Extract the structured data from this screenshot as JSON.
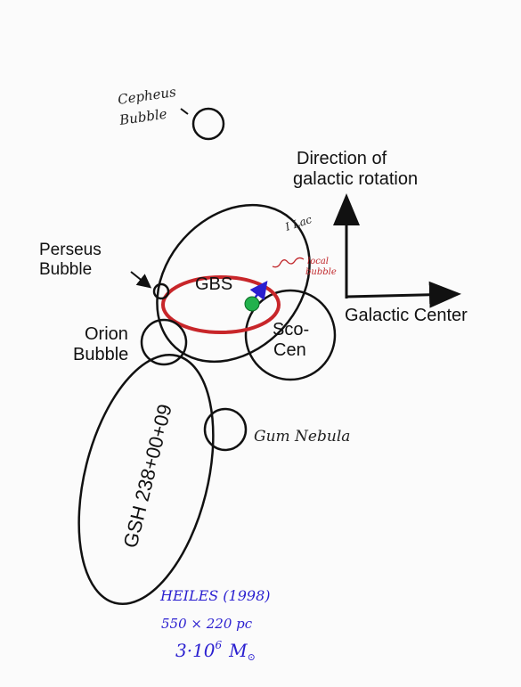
{
  "labels": {
    "cepheus_line1": "Cepheus",
    "cepheus_line2": "Bubble",
    "direction_line1": "Direction of",
    "direction_line2": "galactic rotation",
    "i_lac": "I Lac",
    "local_line1": "local",
    "local_line2": "bubble",
    "perseus_line1": "Perseus",
    "perseus_line2": "Bubble",
    "gbs": "GBS",
    "galactic_center": "Galactic Center",
    "orion_line1": "Orion",
    "orion_line2": "Bubble",
    "scocen_line1": "Sco-",
    "scocen_line2": "Cen",
    "gsh": "GSH 238+00+09",
    "gum": "Gum Nebula"
  },
  "notes": {
    "heiles": "HEILES (1998)",
    "size": "550 × 220 pc",
    "mass_base": "3·10",
    "mass_exp": "6",
    "mass_unit": "M",
    "mass_sun": "⊙"
  },
  "colors": {
    "ink": "#111111",
    "gbs_ring": "#c8262a",
    "sun_dot": "#22b14c",
    "velocity_arrow": "#2a1fd0",
    "note_ink": "#2a1fd0"
  }
}
